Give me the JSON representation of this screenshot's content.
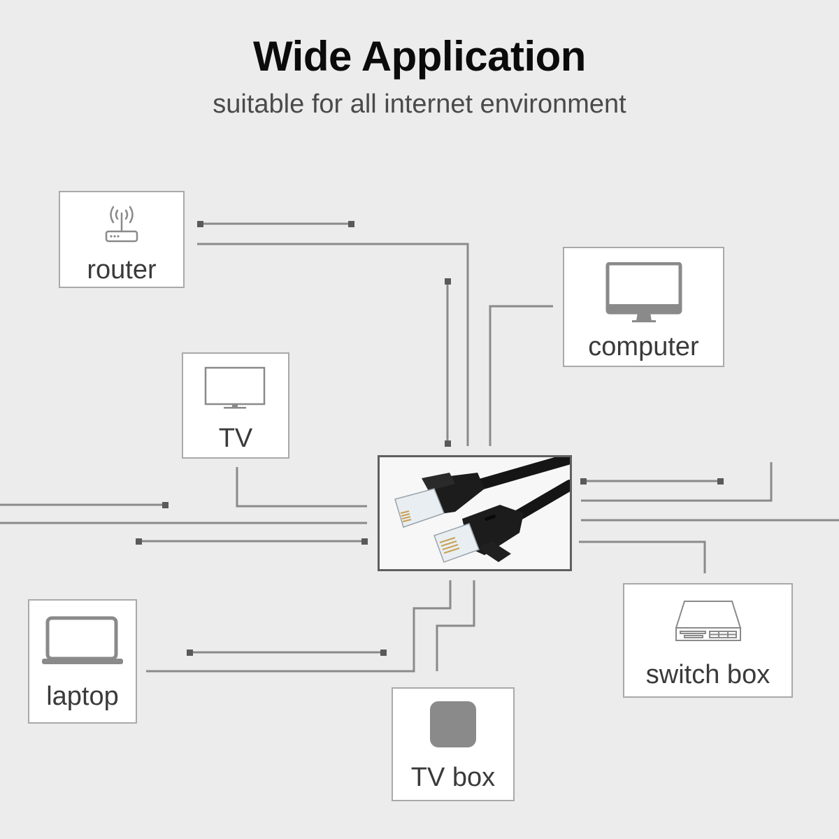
{
  "header": {
    "title": "Wide Application",
    "subtitle": "suitable for all internet environment"
  },
  "devices": [
    {
      "id": "router",
      "label": "router",
      "icon": "router-wifi-icon"
    },
    {
      "id": "computer",
      "label": "computer",
      "icon": "desktop-monitor-icon"
    },
    {
      "id": "tv",
      "label": "TV",
      "icon": "tv-icon"
    },
    {
      "id": "laptop",
      "label": "laptop",
      "icon": "laptop-icon"
    },
    {
      "id": "tvbox",
      "label": "TV box",
      "icon": "tv-box-icon"
    },
    {
      "id": "switch",
      "label": "switch box",
      "icon": "network-switch-icon"
    }
  ],
  "center": {
    "image": "ethernet-cable-rj45-connectors",
    "description": "Black flat Ethernet cable with two RJ45 connectors"
  },
  "colors": {
    "background": "#ececec",
    "card": "#ffffff",
    "card_border": "#a9a9a9",
    "wire": "#8a8a8a",
    "wire_node": "#5a5a5a",
    "title": "#0b0b0b",
    "subtitle": "#4a4a4a",
    "icon": "#8a8a8a"
  }
}
